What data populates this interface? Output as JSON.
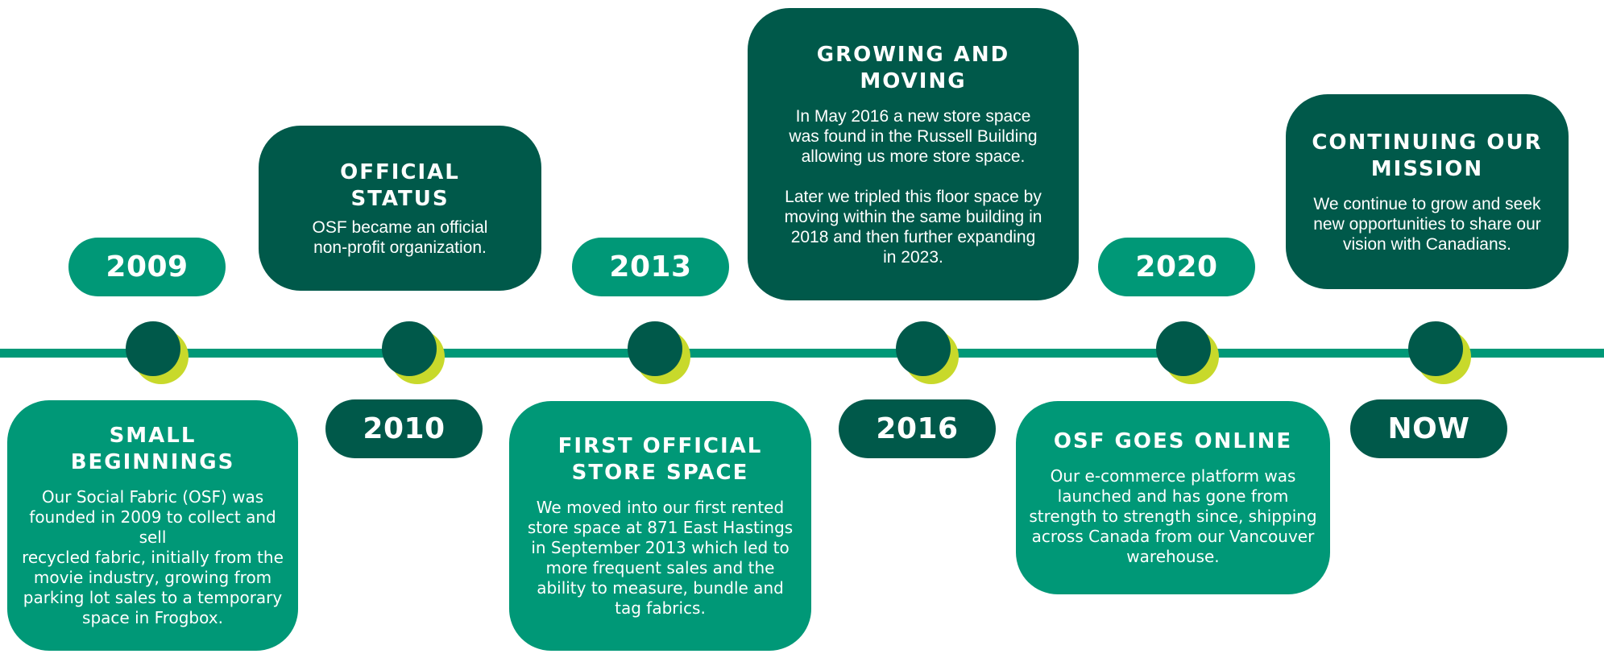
{
  "colors": {
    "light_green": "#009877",
    "dark_green": "#00594a",
    "lime": "#c8d92b"
  },
  "milestones": [
    {
      "year": "2009",
      "title": "SMALL\nBEGINNINGS",
      "text": "Our Social Fabric (OSF) was\nfounded in 2009 to collect and sell\nrecycled fabric, initially from the\nmovie industry, growing from\nparking lot sales to a temporary\nspace in Frogbox."
    },
    {
      "year": "2010",
      "title": "OFFICIAL\nSTATUS",
      "text": "OSF became an official\nnon-profit organization."
    },
    {
      "year": "2013",
      "title": "FIRST OFFICIAL\nSTORE SPACE",
      "text": "We moved into our first rented\nstore space at 871 East Hastings\nin September 2013 which led to\nmore frequent sales and the\nability to measure, bundle and\ntag  fabrics."
    },
    {
      "year": "2016",
      "title": "GROWING AND\nMOVING",
      "text": "In May 2016 a new store space\nwas found in the Russell Building\nallowing us more store space.\n\nLater we tripled this floor space by\nmoving within the same building in\n2018 and then further expanding\nin 2023."
    },
    {
      "year": "2020",
      "title": "OSF GOES ONLINE",
      "text": "Our e-commerce platform was\nlaunched and has gone from\nstrength to strength since, shipping\nacross Canada from our Vancouver\nwarehouse."
    },
    {
      "year": "NOW",
      "title": "CONTINUING OUR\nMISSION",
      "text": "We continue to grow and seek\nnew opportunities to share our\nvision with Canadians."
    }
  ]
}
